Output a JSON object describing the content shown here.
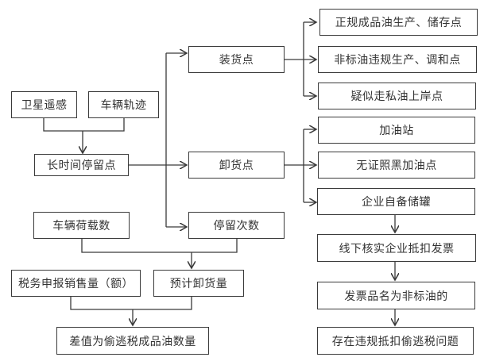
{
  "nodes": {
    "satellite": "卫星遥感",
    "trajectory": "车辆轨迹",
    "long_stop": "长时间停留点",
    "loading": "装货点",
    "unloading": "卸货点",
    "stop_count": "停留次数",
    "vehicle_load": "车辆荷载数",
    "tax_declared": "税务申报销售量（额）",
    "expected_unload": "预计卸货量",
    "difference": "差值为偷逃税成品油数量",
    "regular_production": "正规成品油生产、储存点",
    "nonstandard_production": "非标油违规生产、调和点",
    "smuggling_landing": "疑似走私油上岸点",
    "gas_station": "加油站",
    "unlicensed_station": "无证照黑加油点",
    "enterprise_tank": "企业自备储罐",
    "offline_verify": "线下核实企业抵扣发票",
    "invoice_nonstandard": "发票品名为非标油的",
    "illegal_deduction": "存在违规抵扣偷逃税问题"
  },
  "colors": {
    "line": "#3a3a3a",
    "text": "#333333"
  }
}
